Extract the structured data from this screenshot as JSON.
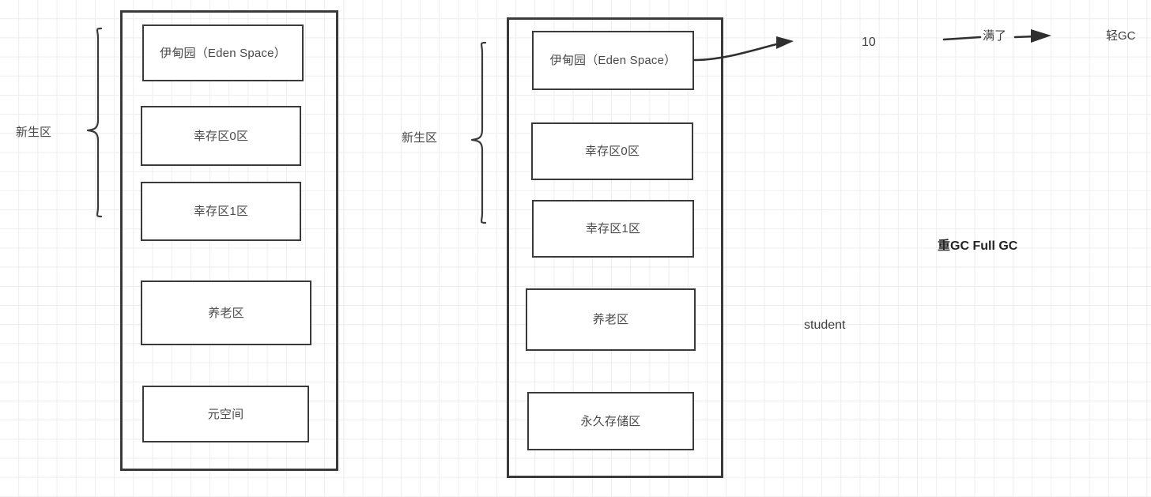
{
  "diagram": {
    "title_note": "JVM memory structure comparison",
    "left_panel": {
      "name": "jvm-heap-left",
      "brace_label": "新生区",
      "regions": [
        {
          "id": "eden",
          "label": "伊甸园（Eden Space）"
        },
        {
          "id": "survivor0",
          "label": "幸存区0区"
        },
        {
          "id": "survivor1",
          "label": "幸存区1区"
        },
        {
          "id": "old",
          "label": "养老区"
        },
        {
          "id": "metaspace",
          "label": "元空间"
        }
      ]
    },
    "right_panel": {
      "name": "jvm-heap-right",
      "brace_label": "新生区",
      "regions": [
        {
          "id": "eden",
          "label": "伊甸园（Eden Space）"
        },
        {
          "id": "survivor0",
          "label": "幸存区0区"
        },
        {
          "id": "survivor1",
          "label": "幸存区1区"
        },
        {
          "id": "old",
          "label": "养老区"
        },
        {
          "id": "permgen",
          "label": "永久存储区"
        }
      ]
    },
    "annotations": {
      "count": "10",
      "full_label": "满了",
      "minor_gc": "轻GC",
      "major_gc": "重GC  Full GC",
      "object_name": "student"
    },
    "colors": {
      "stroke": "#3a3a3a",
      "text": "#4a4a4a",
      "grid": "#ededed",
      "background": "#ffffff",
      "arrow": "#2f2f2f"
    }
  }
}
